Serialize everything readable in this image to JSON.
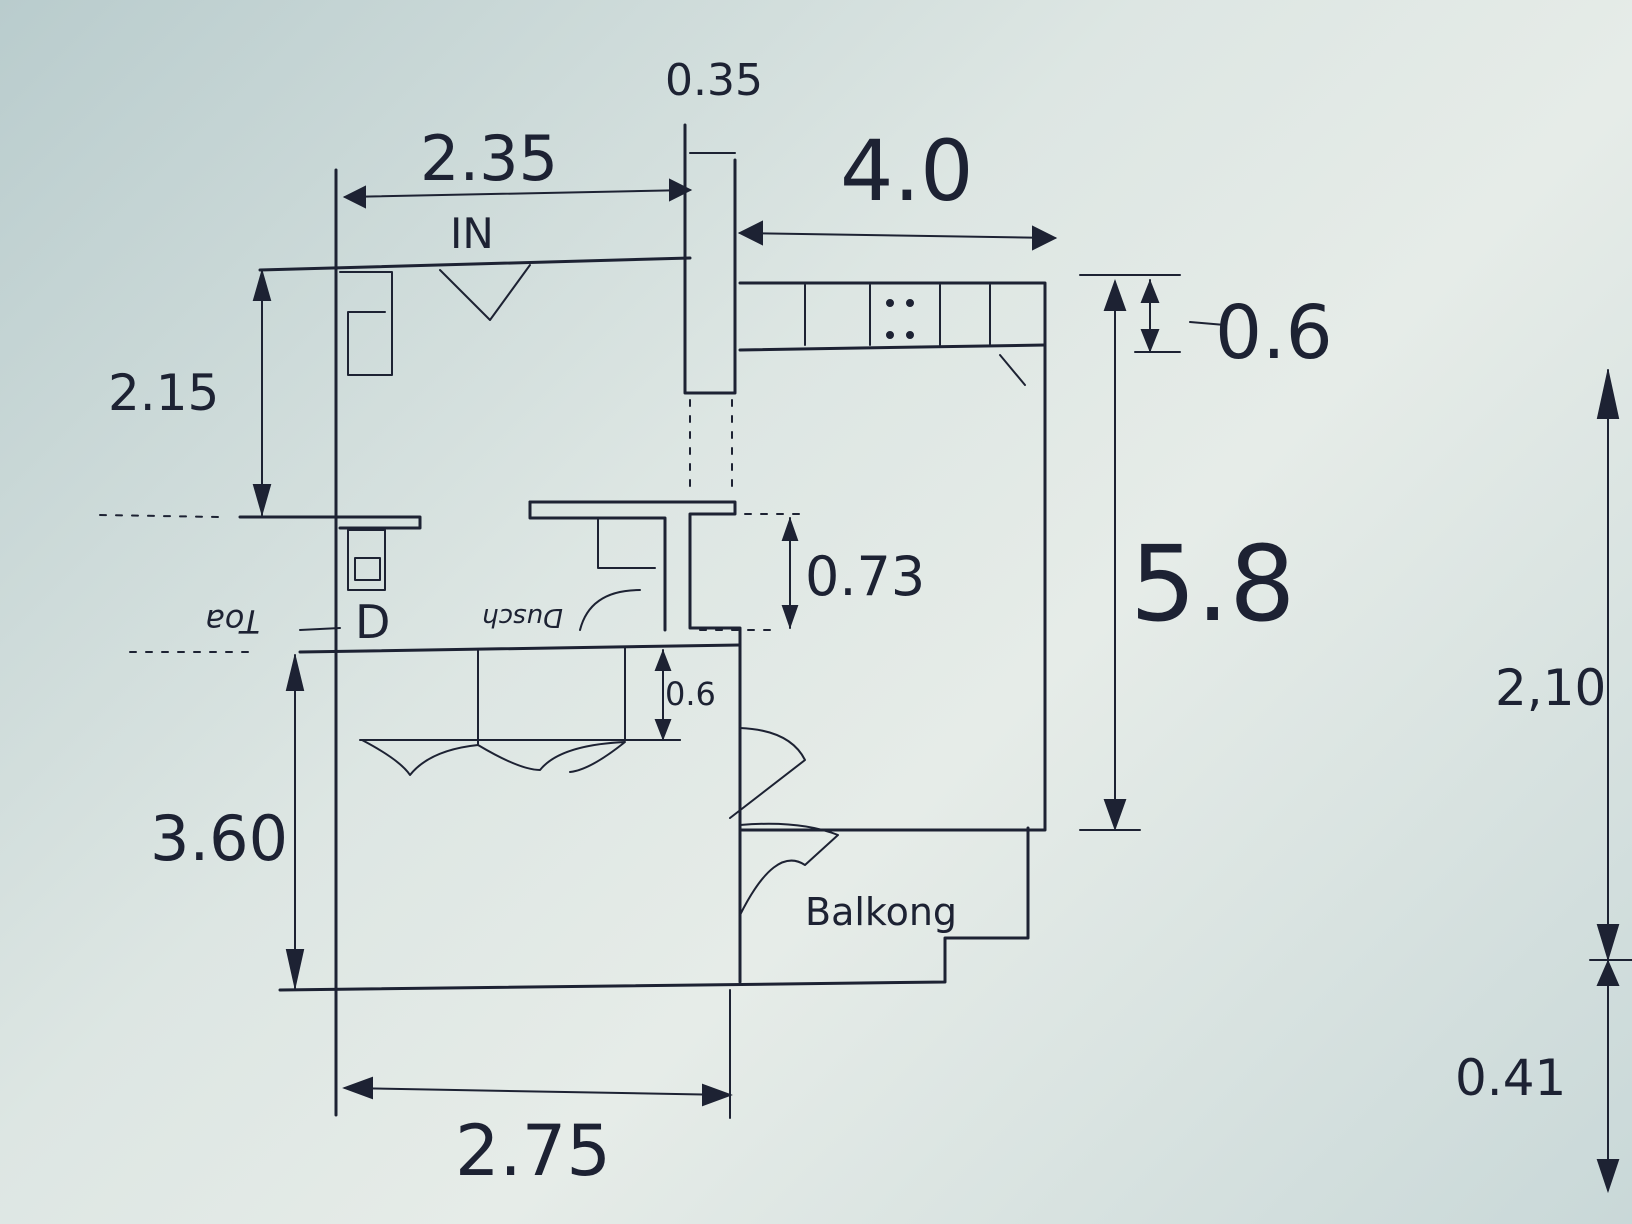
{
  "plan": {
    "dims": {
      "top_left_width": "2.35",
      "wall_thickness": "0.35",
      "top_right_width": "4.0",
      "counter_depth_top": "0.6",
      "right_height": "5.8",
      "left_upper_height": "2.15",
      "left_lower_height": "3.60",
      "bottom_width": "2.75",
      "closet_depth": "0.73",
      "wardrobe_depth": "0.6",
      "side_height_upper": "2,10",
      "side_height_lower": "0.41"
    },
    "labels": {
      "entrance": "IN",
      "toilet": "Toa",
      "shower": "Dusch",
      "door_mark": "D",
      "balcony": "Balkong"
    }
  },
  "colors": {
    "ink": "#1d2233",
    "paper": "#dde6e3"
  }
}
